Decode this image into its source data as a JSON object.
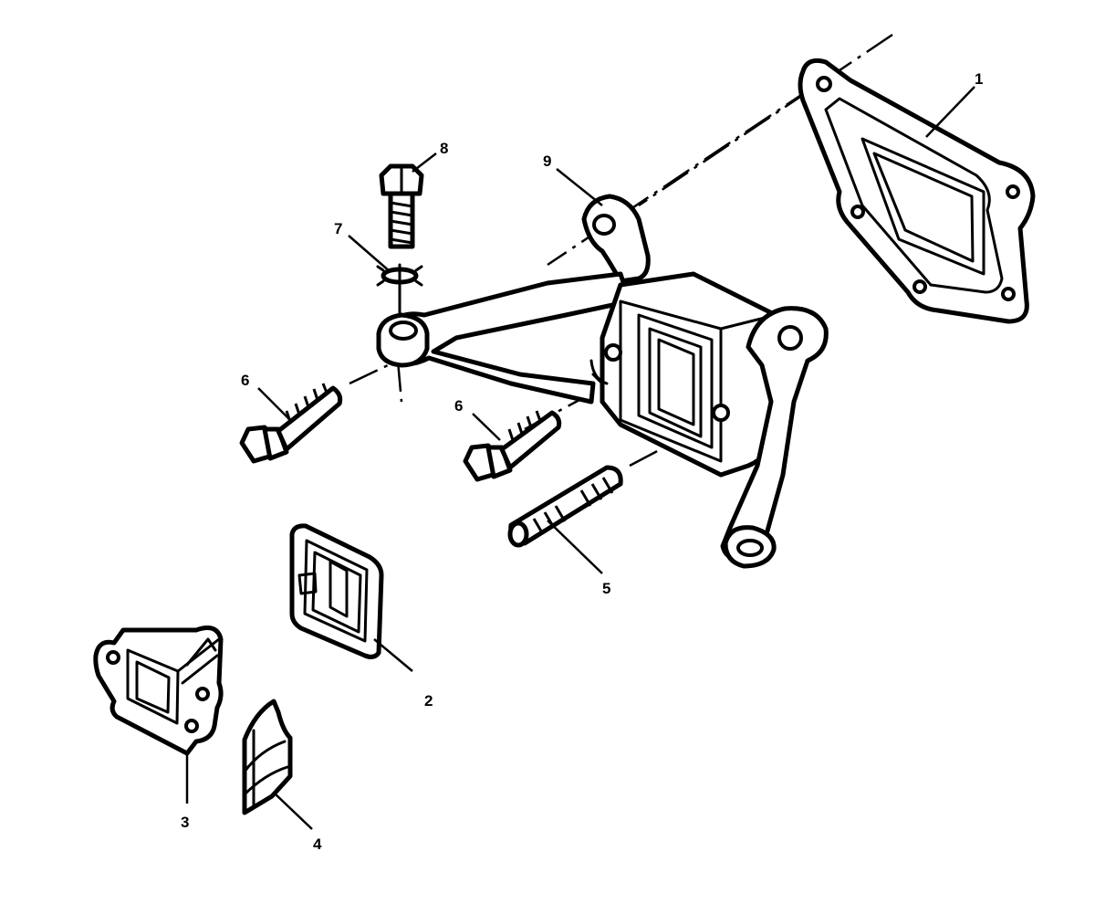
{
  "callouts": {
    "c1": "1",
    "c2": "2",
    "c3": "3",
    "c4": "4",
    "c5": "5",
    "c6a": "6",
    "c6b": "6",
    "c7": "7",
    "c8": "8",
    "c9": "9"
  },
  "colors": {
    "ink": "#000000",
    "paper": "#ffffff"
  }
}
